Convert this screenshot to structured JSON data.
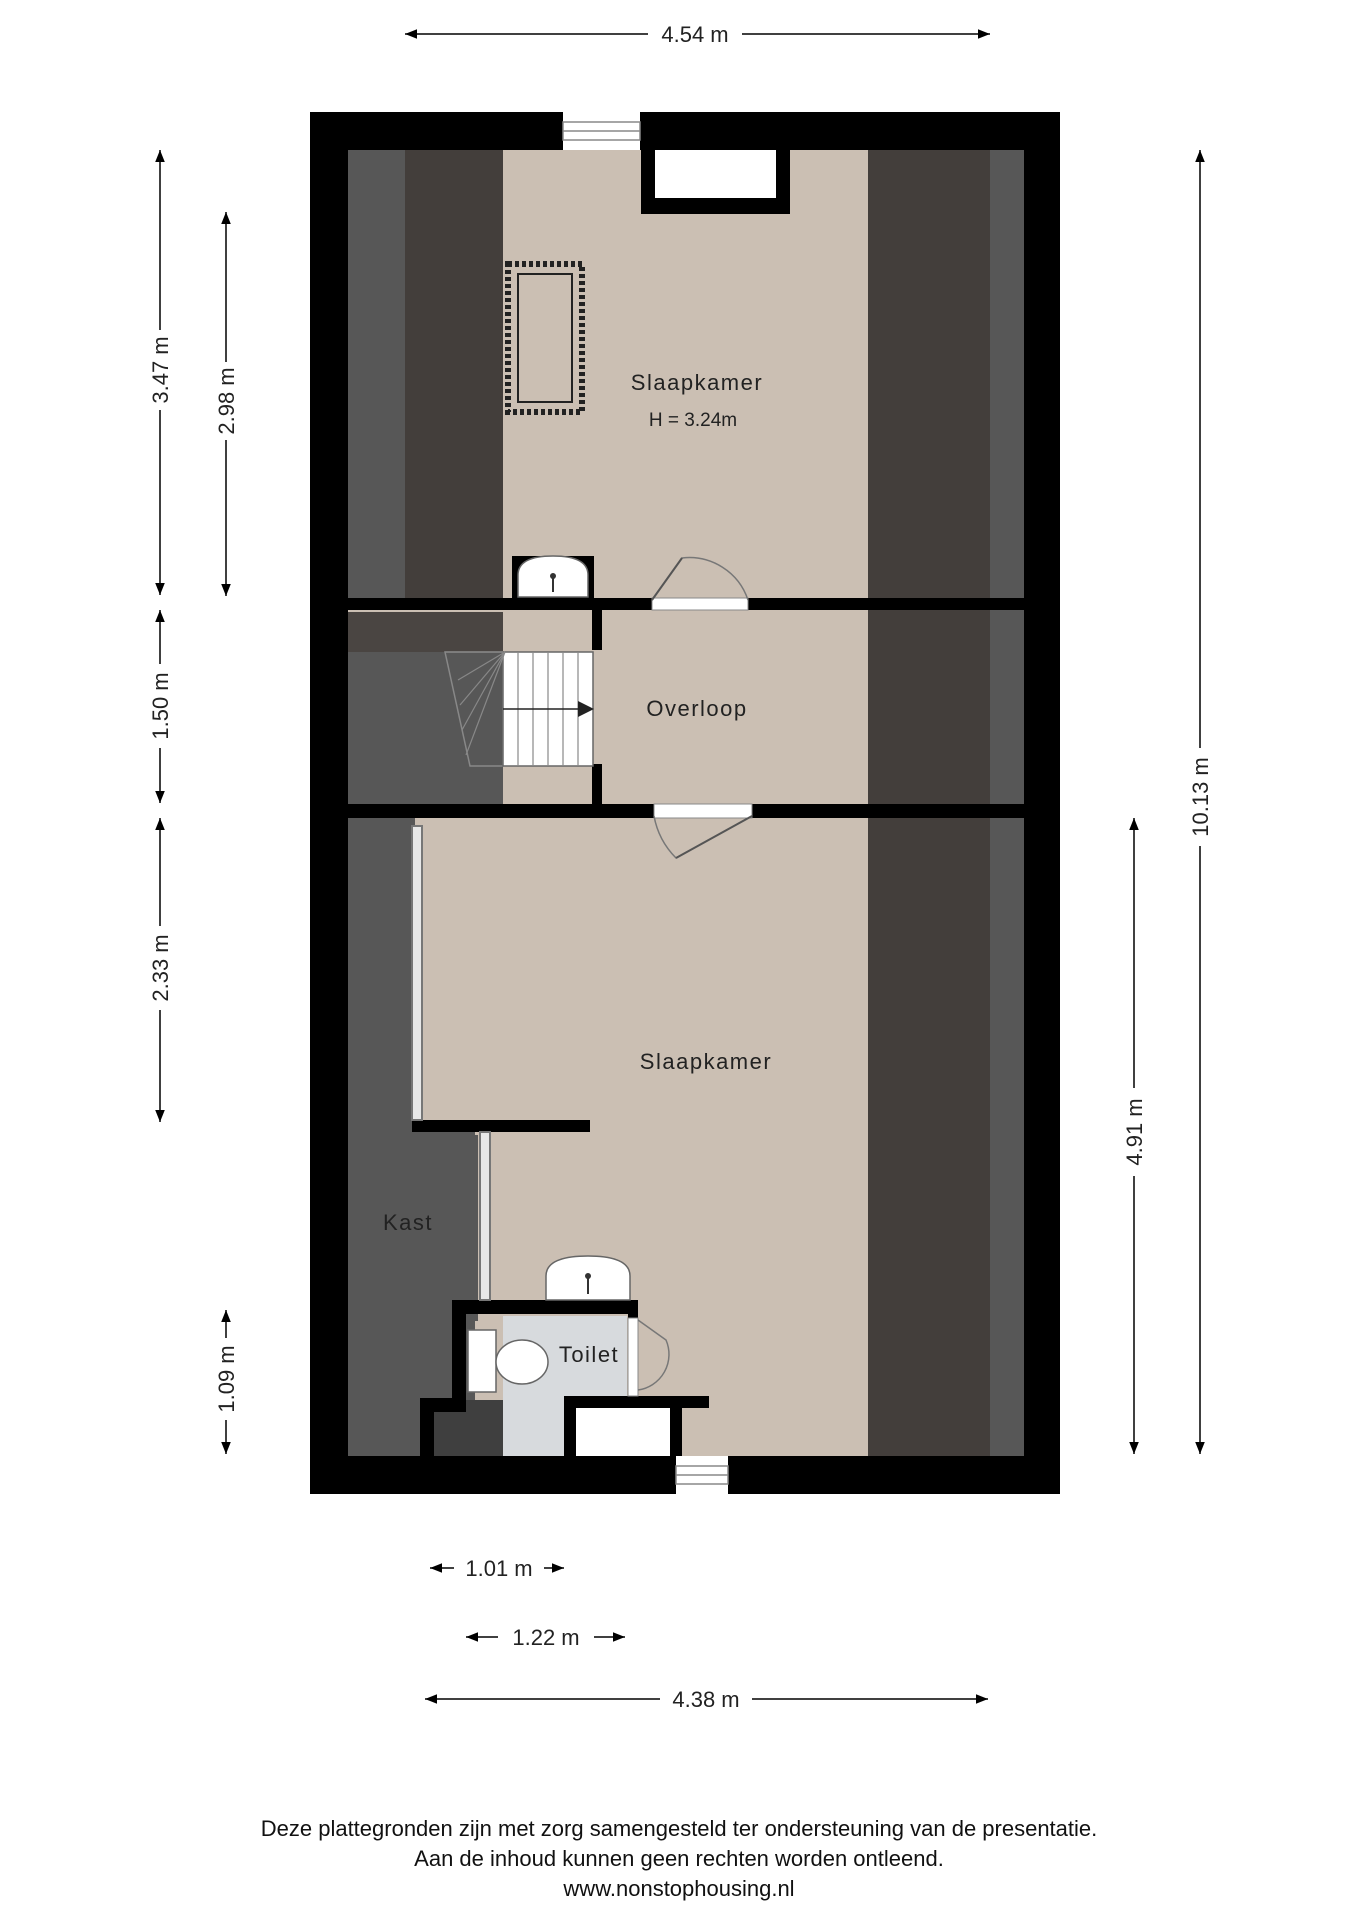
{
  "rooms": {
    "bedroom_top": {
      "name": "Slaapkamer",
      "height_note": "H = 3.24m"
    },
    "landing": {
      "name": "Overloop"
    },
    "bedroom_bottom": {
      "name": "Slaapkamer"
    },
    "closet": {
      "name": "Kast"
    },
    "toilet": {
      "name": "Toilet"
    }
  },
  "dimensions": {
    "top_width": "4.54 m",
    "left_upper": "3.47 m",
    "left_inner": "2.98 m",
    "left_middle": "1.50 m",
    "left_lower": "2.33 m",
    "left_bottom": "1.09 m",
    "right_total": "10.13 m",
    "right_lower": "4.91 m",
    "bottom_small": "1.01 m",
    "bottom_medium": "1.22 m",
    "bottom_total": "4.38 m"
  },
  "footer": {
    "line1": "Deze plattegronden zijn met zorg samengesteld ter ondersteuning van de presentatie.",
    "line2": "Aan de inhoud kunnen geen rechten worden ontleend.",
    "line3": "www.nonstophousing.nl"
  },
  "colors": {
    "wall": "#000000",
    "floor": "#cbbfb3",
    "slope_dark": "#433e3b",
    "slope_medium": "#575757",
    "toilet_floor": "#d7dadd"
  }
}
